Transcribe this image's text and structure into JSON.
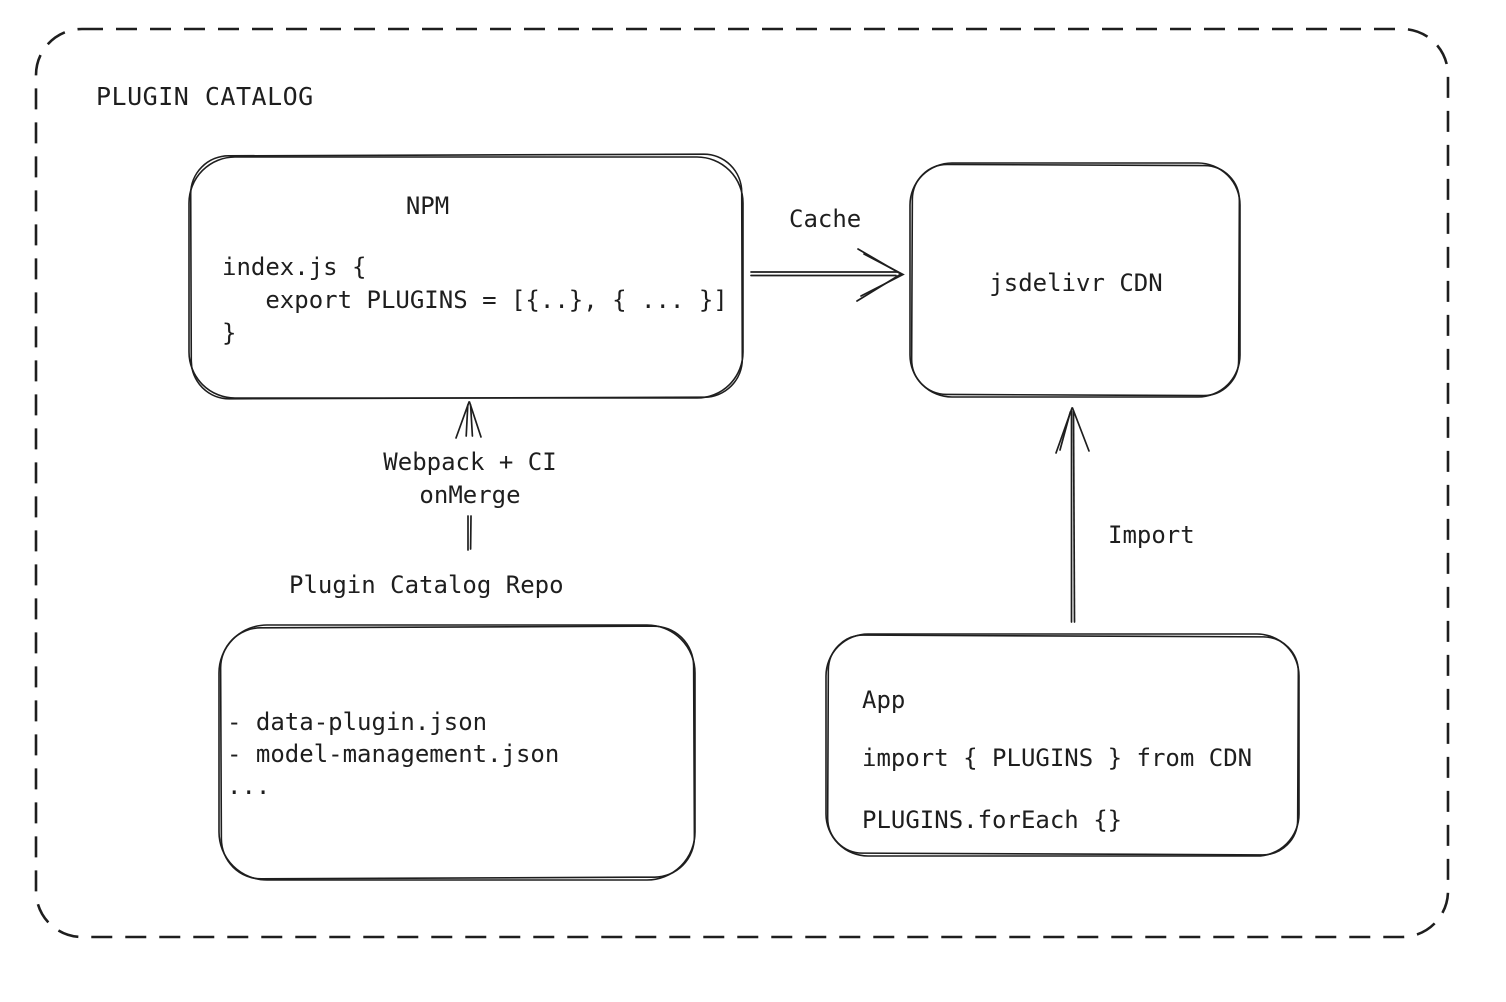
{
  "colors": {
    "stroke": "#1e1e1e",
    "background": "#ffffff"
  },
  "frame": {
    "title": "PLUGIN CATALOG"
  },
  "nodes": {
    "npm": {
      "title": "NPM",
      "code": "index.js {\n   export PLUGINS = [{..}, { ... }]\n}"
    },
    "cdn": {
      "title": "jsdelivr CDN"
    },
    "repo": {
      "title": "Plugin Catalog Repo",
      "files": "- data-plugin.json\n- model-management.json\n..."
    },
    "app": {
      "title": "App",
      "import_line": "import { PLUGINS } from CDN",
      "foreach_line": "PLUGINS.forEach {}"
    }
  },
  "edges": {
    "npm_to_cdn": {
      "label": "Cache"
    },
    "repo_to_npm": {
      "label": "Webpack + CI\nonMerge"
    },
    "cdn_to_app": {
      "label": "Import"
    }
  }
}
